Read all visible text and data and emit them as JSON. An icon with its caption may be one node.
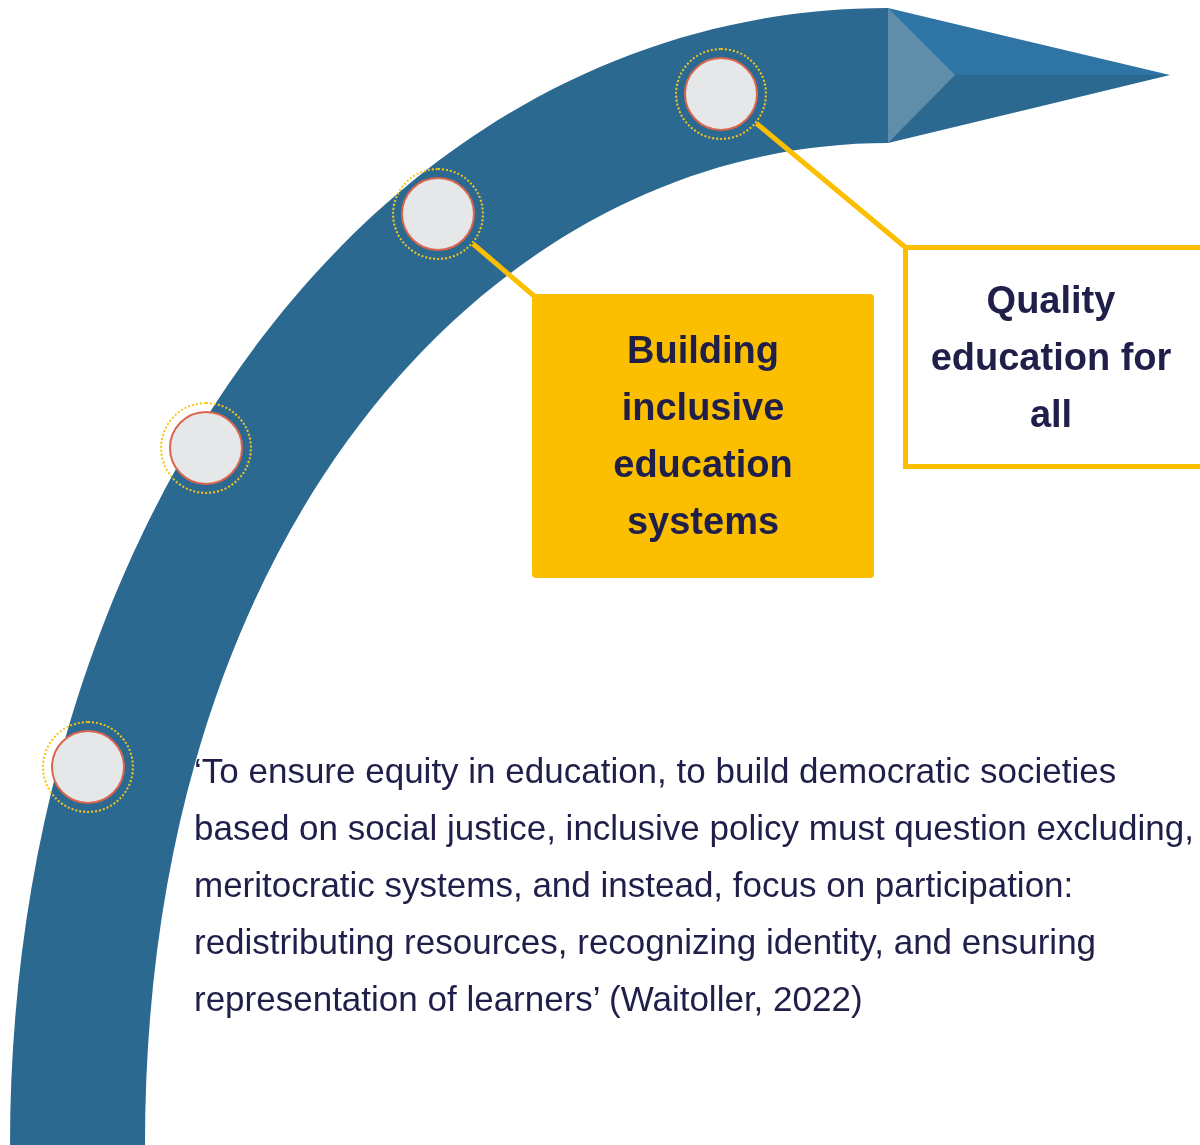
{
  "diagram": {
    "nodes": [
      {
        "text": [],
        "shape": "circle"
      },
      {
        "text": [],
        "shape": "circle"
      },
      {
        "text": [],
        "shape": "circle"
      },
      {
        "text": [],
        "shape": "circle"
      },
      {
        "text": [
          "Building inclusive education systems"
        ]
      },
      {
        "text": [
          "Quality education for all"
        ]
      }
    ],
    "edges": [
      {
        "from": 4,
        "to": 2,
        "arrow": "none"
      },
      {
        "from": 5,
        "to": 3,
        "arrow": "none"
      }
    ],
    "labels": [
      "‘To ensure equity in education, to build democratic societies based on social justice, inclusive policy must question excluding, meritocratic systems, and instead, focus on participation: redistributing resources, recognizing identity, and ensuring representation of learners’ (Waitoller, 2022)"
    ]
  }
}
